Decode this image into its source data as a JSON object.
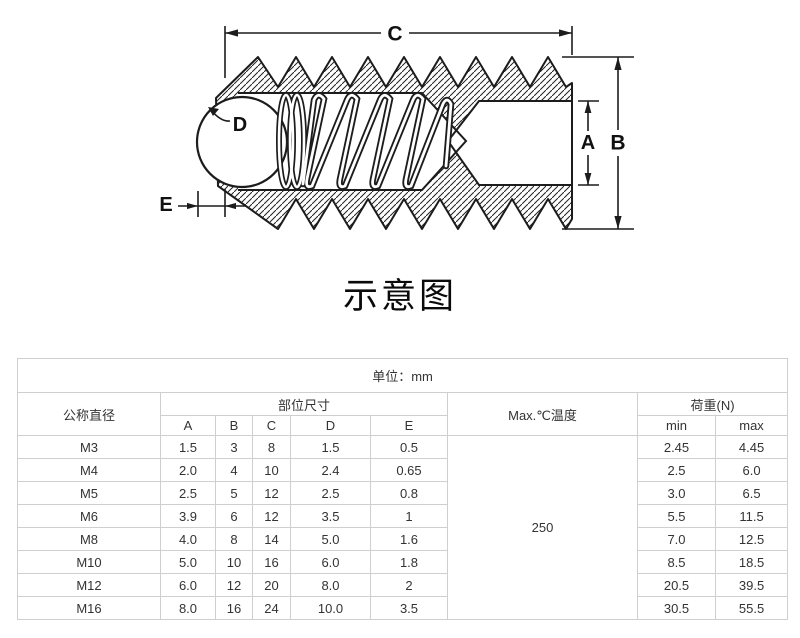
{
  "diagram": {
    "caption": "示意图",
    "labels": {
      "A": "A",
      "B": "B",
      "C": "C",
      "D": "D",
      "E": "E"
    }
  },
  "table": {
    "unit_note": "单位：mm",
    "headers": {
      "nominal": "公称直径",
      "dimensions_group": "部位尺寸",
      "dim_cols": [
        "A",
        "B",
        "C",
        "D",
        "E"
      ],
      "temp": "Max.℃温度",
      "load_group": "荷重(N)",
      "load_cols": [
        "min",
        "max"
      ]
    },
    "temp_value": "250",
    "rows": [
      {
        "name": "M3",
        "A": "1.5",
        "B": "3",
        "C": "8",
        "D": "1.5",
        "E": "0.5",
        "min": "2.45",
        "max": "4.45"
      },
      {
        "name": "M4",
        "A": "2.0",
        "B": "4",
        "C": "10",
        "D": "2.4",
        "E": "0.65",
        "min": "2.5",
        "max": "6.0"
      },
      {
        "name": "M5",
        "A": "2.5",
        "B": "5",
        "C": "12",
        "D": "2.5",
        "E": "0.8",
        "min": "3.0",
        "max": "6.5"
      },
      {
        "name": "M6",
        "A": "3.9",
        "B": "6",
        "C": "12",
        "D": "3.5",
        "E": "1",
        "min": "5.5",
        "max": "11.5"
      },
      {
        "name": "M8",
        "A": "4.0",
        "B": "8",
        "C": "14",
        "D": "5.0",
        "E": "1.6",
        "min": "7.0",
        "max": "12.5"
      },
      {
        "name": "M10",
        "A": "5.0",
        "B": "10",
        "C": "16",
        "D": "6.0",
        "E": "1.8",
        "min": "8.5",
        "max": "18.5"
      },
      {
        "name": "M12",
        "A": "6.0",
        "B": "12",
        "C": "20",
        "D": "8.0",
        "E": "2",
        "min": "20.5",
        "max": "39.5"
      },
      {
        "name": "M16",
        "A": "8.0",
        "B": "16",
        "C": "24",
        "D": "10.0",
        "E": "3.5",
        "min": "30.5",
        "max": "55.5"
      }
    ]
  }
}
